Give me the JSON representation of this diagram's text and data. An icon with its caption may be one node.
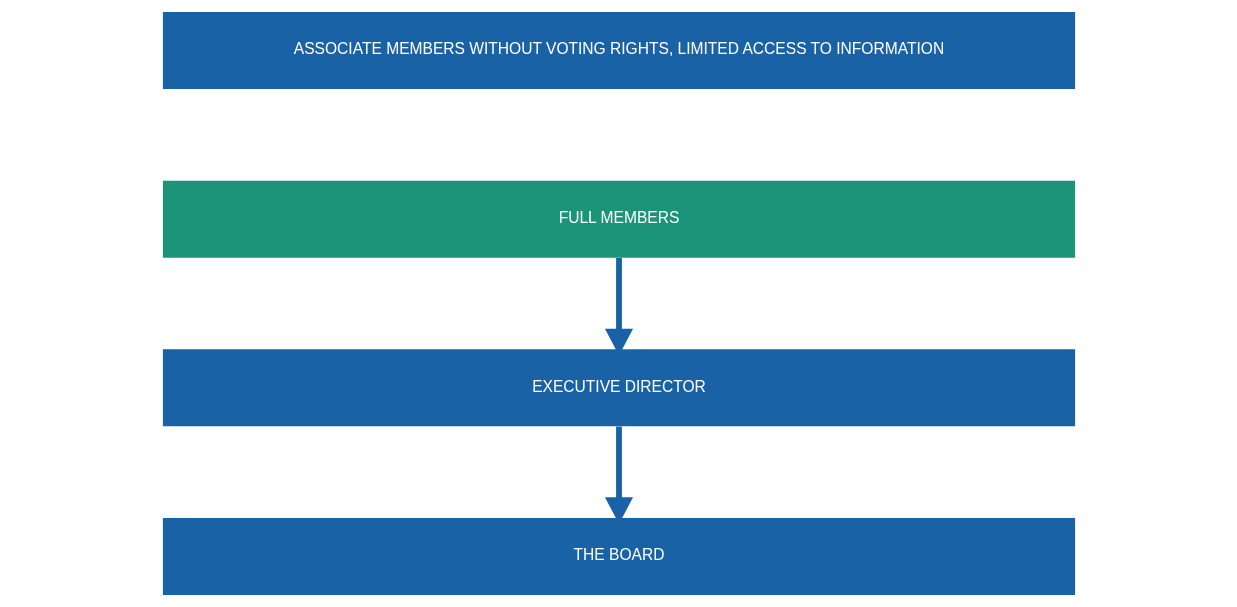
{
  "diagram": {
    "nodes": [
      {
        "text": [
          "ASSOCIATE MEMBERS WITHOUT VOTING RIGHTS, LIMITED ACCESS TO INFORMATION"
        ]
      },
      {
        "text": [
          "FULL MEMBERS"
        ]
      },
      {
        "text": [
          "EXECUTIVE DIRECTOR"
        ]
      },
      {
        "text": [
          "THE BOARD"
        ]
      }
    ],
    "edges": [
      {
        "from": 1,
        "to": 2,
        "arrow": "to"
      },
      {
        "from": 2,
        "to": 3,
        "arrow": "to"
      }
    ]
  }
}
